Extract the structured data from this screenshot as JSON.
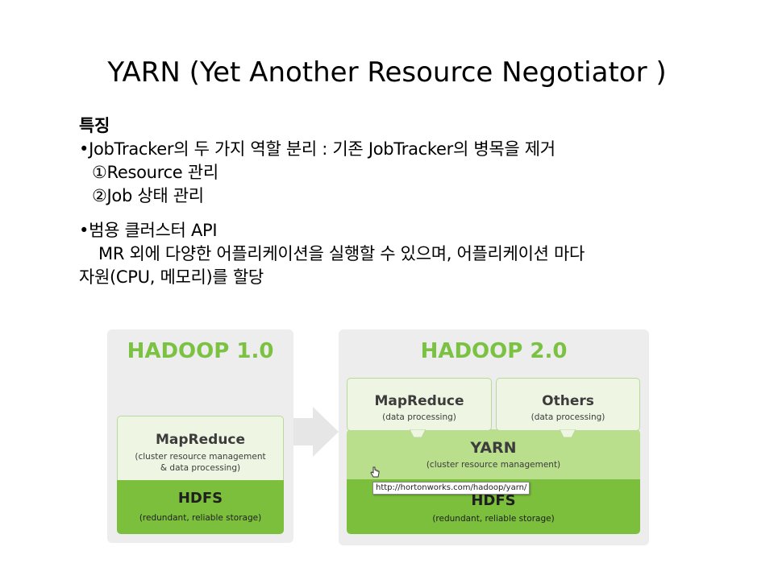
{
  "title": "YARN (Yet Another Resource Negotiator )",
  "features": {
    "heading": "특징",
    "bullet1": "•JobTracker의 두 가지 역할 분리 : 기존 JobTracker의 병목을 제거",
    "sub1": "①Resource 관리",
    "sub2": "②Job 상태 관리",
    "bullet2": "•범용 클러스터 API",
    "bullet2_line2": "MR 외에 다양한 어플리케이션을 실행할 수 있으며, 어플리케이션 마다",
    "bullet2_line3": "자원(CPU, 메모리)를 할당"
  },
  "diagram": {
    "hadoop1": {
      "title": "HADOOP 1.0",
      "mapreduce_name": "MapReduce",
      "mapreduce_desc1": "(cluster resource management",
      "mapreduce_desc2": "& data processing)",
      "hdfs_name": "HDFS",
      "hdfs_desc": "(redundant, reliable storage)"
    },
    "hadoop2": {
      "title": "HADOOP 2.0",
      "mapreduce_name": "MapReduce",
      "mapreduce_desc": "(data processing)",
      "others_name": "Others",
      "others_desc": "(data processing)",
      "yarn_name": "YARN",
      "yarn_desc": "(cluster resource management)",
      "hdfs_name": "HDFS",
      "hdfs_desc": "(redundant, reliable storage)"
    },
    "tooltip": "http://hortonworks.com/hadoop/yarn/",
    "colors": {
      "title_green": "#7cc242",
      "hdfs_green": "#7bbf3c",
      "yarn_green": "#b9df8c",
      "box_light": "#eef6e3",
      "panel_gray": "#ededed"
    }
  }
}
